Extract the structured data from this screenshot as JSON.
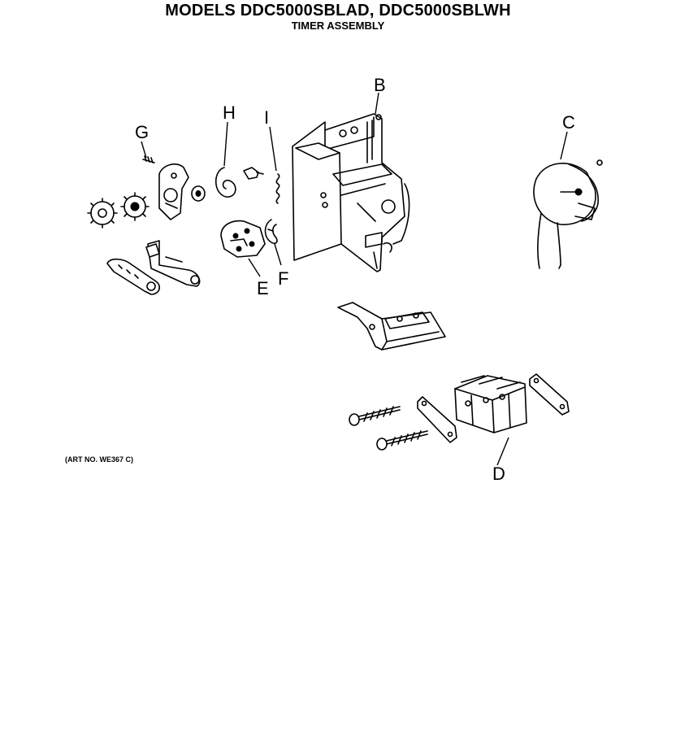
{
  "header": {
    "models": "MODELS DDC5000SBLAD, DDC5000SBLWH",
    "subtitle": "TIMER ASSEMBLY"
  },
  "art_number": "(ART NO. WE367 C)",
  "part_labels": {
    "b": "B",
    "c": "C",
    "d": "D",
    "e": "E",
    "f": "F",
    "g": "G",
    "h": "H",
    "i": "I"
  }
}
